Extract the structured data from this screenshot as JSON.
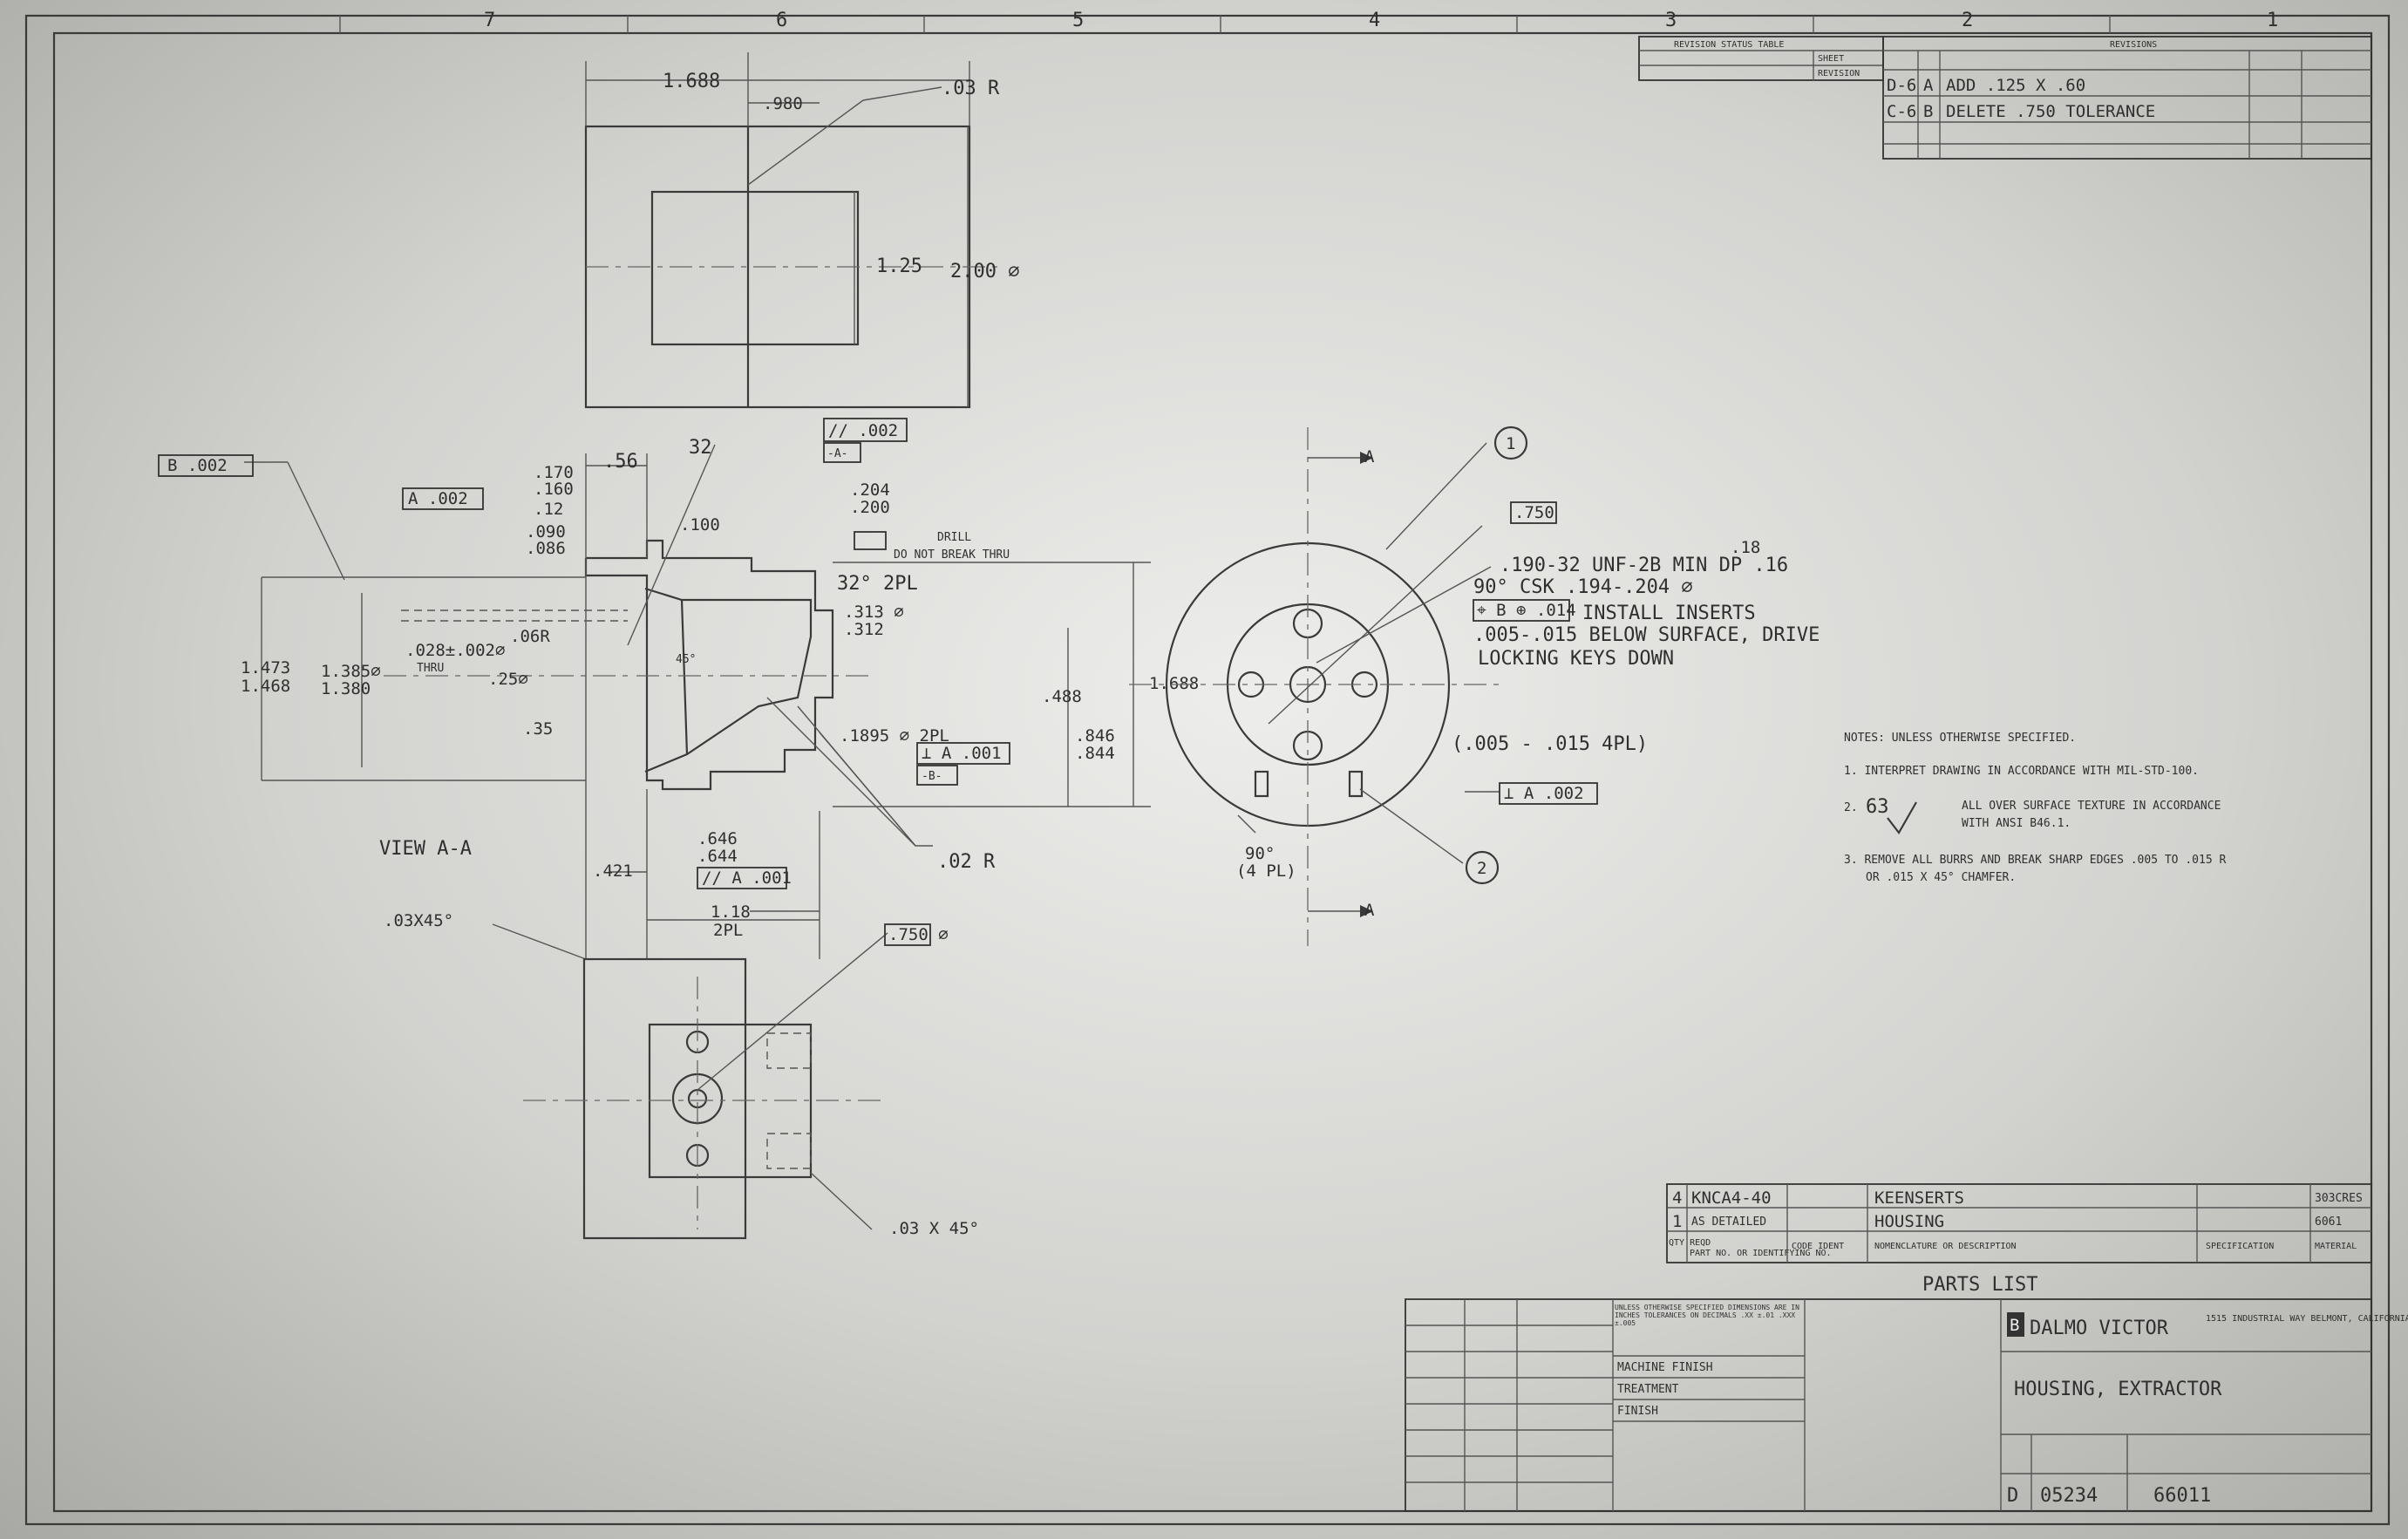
{
  "zones_top": [
    "7",
    "6",
    "5",
    "4",
    "3",
    "2",
    "1"
  ],
  "revision_status_table": {
    "title": "REVISION STATUS TABLE",
    "col_label": "SHEET",
    "col_label_2": "REVISION"
  },
  "revisions": {
    "title": "REVISIONS",
    "rows": [
      {
        "code": "D-6",
        "rev": "A",
        "desc": "ADD .125 X .60"
      },
      {
        "code": "C-6",
        "rev": "B",
        "desc": "DELETE .750 TOLERANCE"
      }
    ]
  },
  "dimensions_top_view": {
    "width": "1.688",
    "width_inner": ".980",
    "radius": ".03 R",
    "bore_dia": "1.25",
    "outer_dia": "2.00 ∅"
  },
  "section_view": {
    "title": "VIEW  A-A",
    "parallelism": "//  .002",
    "datum_a": "-A-",
    "flatness": "B  .002",
    "position": "A  .002",
    "d_170": ".170",
    "d_160": ".160",
    "d_12": ".12",
    "d_090": ".090",
    "d_086": ".086",
    "d_56": ".56",
    "surface": "32",
    "d_100": ".100",
    "d_204": ".204",
    "d_200": ".200",
    "drill_note": "DRILL",
    "no_break": "DO NOT BREAK THRU",
    "chamfer_note": "32°  2PL",
    "d_313": ".313 ∅",
    "d_312": ".312",
    "d_06r": ".06R",
    "d_45": "45°",
    "hole_dia": ".028±.002∅",
    "thru": "THRU",
    "d_25": ".25∅",
    "d_35": ".35",
    "d_1473": "1.473",
    "d_1468": "1.468",
    "d_1385": "1.385∅",
    "d_1380": "1.380",
    "d_1895": ".1895 ∅ 2PL",
    "perp_a": "⊥ A .001",
    "datum_b": "-B-",
    "d_846": ".846",
    "d_844": ".844",
    "d_488": ".488",
    "d_1688": "1.688",
    "d_421": ".421",
    "d_646": ".646",
    "d_644": ".644",
    "par_a": "// A .001",
    "d_118": "1.18",
    "d_2pl": "2PL",
    "d_02r": ".02 R",
    "d_03x45": ".03X45°"
  },
  "end_view": {
    "thread": ".190-32 UNF-2B MIN DP .16",
    "d_18": ".18",
    "csk": "90° CSK  .194-.204 ∅",
    "pos_tol": "⌖ B ⊕ .014",
    "install": "INSTALL INSERTS",
    "below": ".005-.015 BELOW SURFACE, DRIVE",
    "keys": "LOCKING KEYS DOWN",
    "d_750": ".750",
    "d_005": "(.005 - .015  4PL)",
    "perp": "⊥ A .002",
    "d_90": "90°",
    "d_4pl": "(4 PL)",
    "balloon_1": "1",
    "balloon_2": "2",
    "section_a": "A"
  },
  "bottom_view": {
    "d_750": ".750 ∅",
    "d_03x45": ".03 X 45°"
  },
  "notes": {
    "header": "NOTES:  UNLESS OTHERWISE SPECIFIED.",
    "n1": "1.  INTERPRET DRAWING IN ACCORDANCE WITH MIL-STD-100.",
    "n2_num": "2.",
    "n2_val": "63",
    "n2_a": "ALL OVER SURFACE TEXTURE IN ACCORDANCE",
    "n2_b": "WITH ANSI B46.1.",
    "n3_a": "3.  REMOVE ALL BURRS AND BREAK SHARP EDGES .005 TO .015 R",
    "n3_b": "OR .015 X 45° CHAMFER."
  },
  "parts_list": {
    "title": "PARTS   LIST",
    "rows": [
      {
        "qty": "4",
        "part": "KNCA4-40",
        "desc": "KEENSERTS",
        "mat": "303CRES"
      },
      {
        "qty": "1",
        "part": "AS DETAILED",
        "desc": "HOUSING",
        "mat": "6061"
      }
    ],
    "hdr_qty": "QTY REQD",
    "hdr_part": "PART NO. OR IDENTIFYING NO.",
    "hdr_code": "CODE IDENT",
    "hdr_desc": "NOMENCLATURE OR DESCRIPTION",
    "hdr_spec": "SPECIFICATION",
    "hdr_mat": "MATERIAL"
  },
  "title_block": {
    "company": "DALMO VICTOR",
    "logo": "B",
    "address": "1515 INDUSTRIAL WAY\nBELMONT, CALIFORNIA",
    "title": "HOUSING, EXTRACTOR",
    "size": "D",
    "code": "05234",
    "dwg_no": "66011",
    "machine_finish": "MACHINE FINISH",
    "treatment": "TREATMENT",
    "finish": "FINISH",
    "tolerances": "UNLESS OTHERWISE SPECIFIED DIMENSIONS ARE IN INCHES TOLERANCES ON DECIMALS .XX ±.01 .XXX ±.005"
  }
}
